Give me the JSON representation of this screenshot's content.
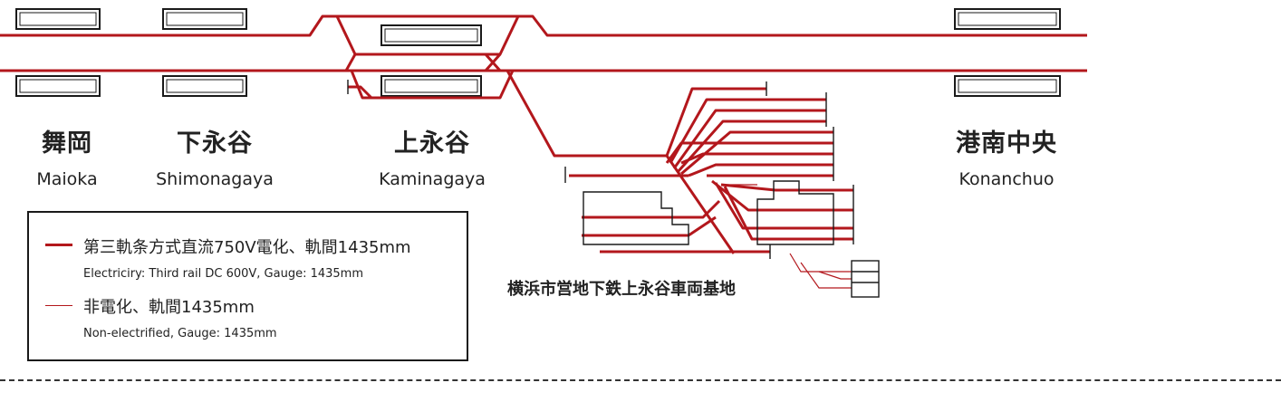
{
  "stations": [
    {
      "ja": "舞岡",
      "en": "Maioka"
    },
    {
      "ja": "下永谷",
      "en": "Shimonagaya"
    },
    {
      "ja": "上永谷",
      "en": "Kaminagaya"
    },
    {
      "ja": "港南中央",
      "en": "Konanchuo"
    }
  ],
  "depot": {
    "label": "横浜市営地下鉄上永谷車両基地"
  },
  "legend": {
    "electrified": {
      "ja": "第三軌条方式直流750V電化、軌間1435mm",
      "en": "Electriciry: Third rail DC 600V, Gauge: 1435mm"
    },
    "non_electrified": {
      "ja": "非電化、軌間1435mm",
      "en": "Non-electrified, Gauge: 1435mm"
    }
  },
  "colors": {
    "track": "#b3171c",
    "outline": "#1a1a1a"
  }
}
